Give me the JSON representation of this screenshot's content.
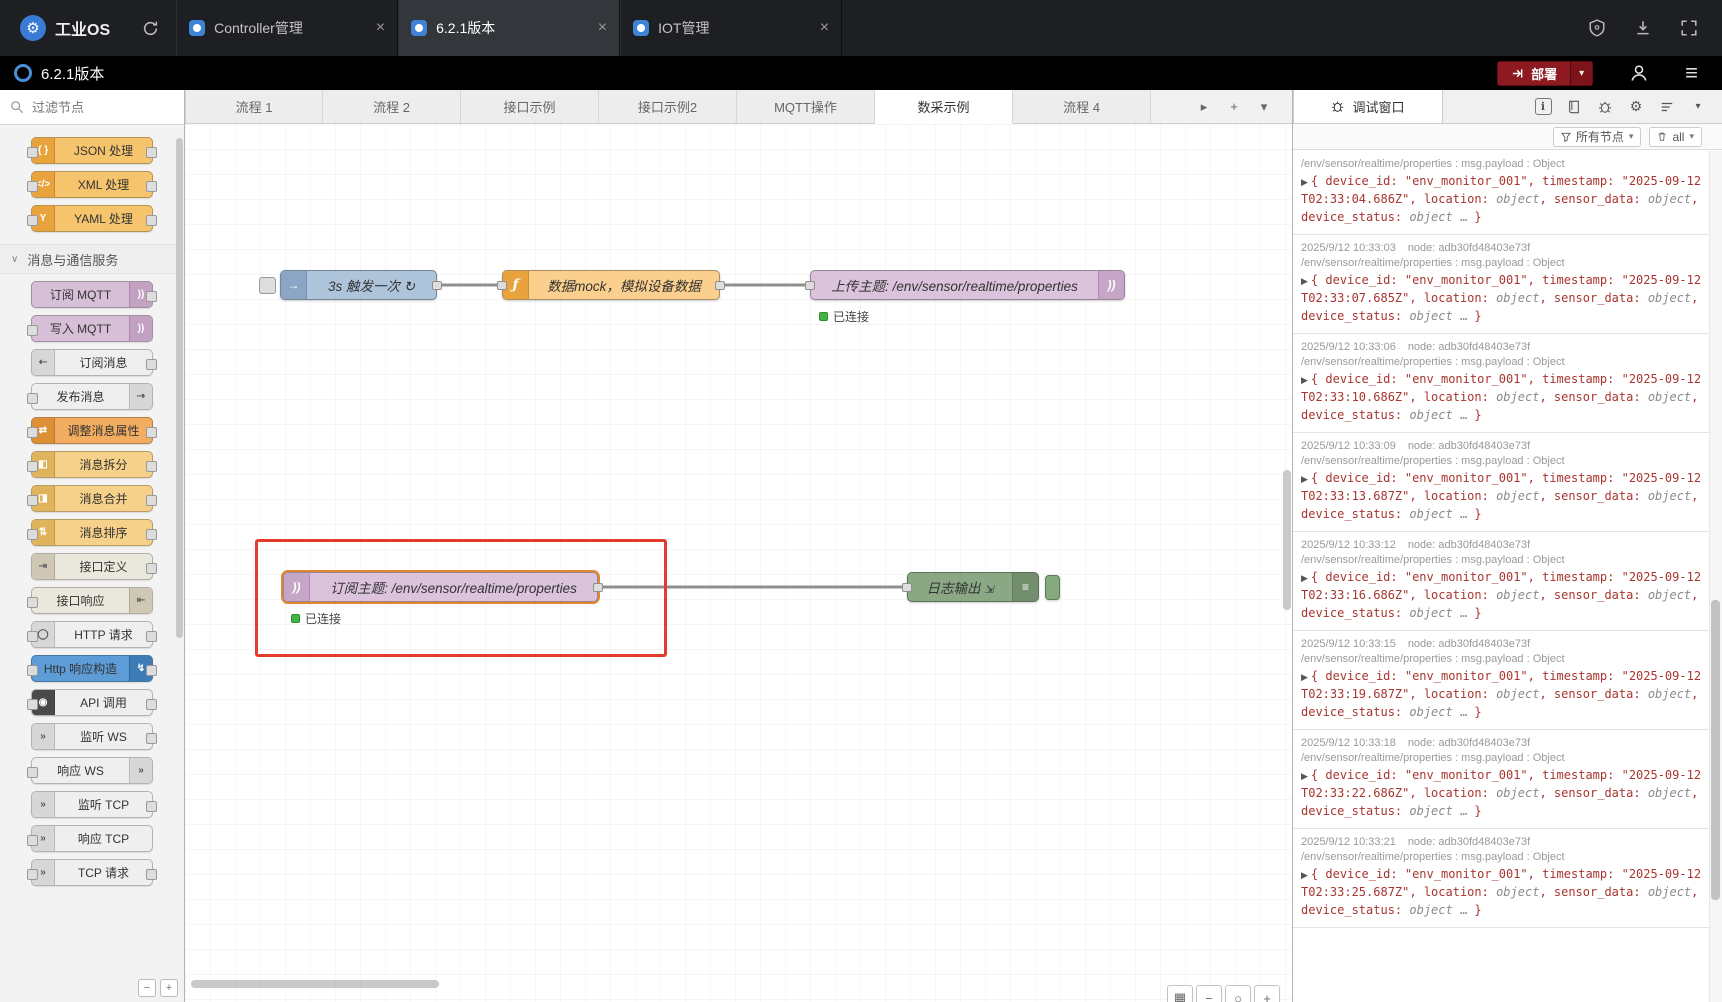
{
  "glyphs": {
    "close": "×",
    "caret_down": "▾",
    "tab_scroll": "▸",
    "add": "+",
    "collapse": "∨",
    "gear": "⚙",
    "info": "ℹ",
    "menu": "≡",
    "expand": "▶",
    "nav": "▦",
    "zoom_out": "−",
    "zoom_reset": "○",
    "zoom_in": "+",
    "antenna": "))",
    "inject_arrow": "→",
    "function_f": "ƒ",
    "debug_list": "≡",
    "collapse_all": "−",
    "expand_all": "+"
  },
  "icon_glyphs": {
    "braces": "{ }",
    "xml": "</>",
    "yaml": "Y",
    "antenna": "))",
    "link_in": "⇠",
    "link_out": "⇢",
    "shuffle": "⇄",
    "split": "◧",
    "join": "◨",
    "sort": "⇅",
    "http_in": "⇥",
    "http_out": "⇤",
    "globe": "◯",
    "bolt": "↯",
    "api": "◉",
    "ws": "»",
    "tcp": "»"
  },
  "browser": {
    "logo_text": "工业OS",
    "active_tab": 1,
    "tabs": [
      {
        "title": "Controller管理"
      },
      {
        "title": "6.2.1版本"
      },
      {
        "title": "IOT管理"
      }
    ]
  },
  "header": {
    "title": "6.2.1版本",
    "deploy_label": "部署"
  },
  "flow_tabs": {
    "active": 5,
    "tabs": [
      "流程 1",
      "流程 2",
      "接口示例",
      "接口示例2",
      "MQTT操作",
      "数采示例",
      "流程 4"
    ]
  },
  "palette": {
    "search_placeholder": "过滤节点",
    "items": [
      {
        "type": "node",
        "label": "JSON 处理",
        "body": "#f5c46d",
        "chip": "#e8a33d",
        "icon": "braces",
        "side": "left",
        "ports": "both"
      },
      {
        "type": "node",
        "label": "XML 处理",
        "body": "#f5c46d",
        "chip": "#e8a33d",
        "icon": "xml",
        "side": "left",
        "ports": "both"
      },
      {
        "type": "node",
        "label": "YAML 处理",
        "body": "#f5c46d",
        "chip": "#e8a33d",
        "icon": "yaml",
        "side": "left",
        "ports": "both"
      },
      {
        "type": "header",
        "label": "消息与通信服务"
      },
      {
        "type": "node",
        "label": "订阅 MQTT",
        "body": "#d8bfd8",
        "chip": "#c2a1c2",
        "icon": "antenna",
        "side": "right",
        "ports": "out"
      },
      {
        "type": "node",
        "label": "写入 MQTT",
        "body": "#d8bfd8",
        "chip": "#c2a1c2",
        "icon": "antenna",
        "side": "right",
        "ports": "in"
      },
      {
        "type": "node",
        "label": "订阅消息",
        "body": "#efefef",
        "chip": "#d7d7d7",
        "icon": "link_in",
        "side": "left",
        "ports": "out",
        "glyph_color": "#555"
      },
      {
        "type": "node",
        "label": "发布消息",
        "body": "#efefef",
        "chip": "#d7d7d7",
        "icon": "link_out",
        "side": "right",
        "ports": "in",
        "glyph_color": "#555"
      },
      {
        "type": "node",
        "label": "调整消息属性",
        "body": "#f2ad60",
        "chip": "#dd8f35",
        "icon": "shuffle",
        "side": "left",
        "ports": "both"
      },
      {
        "type": "node",
        "label": "消息拆分",
        "body": "#f6d189",
        "chip": "#e0b45c",
        "icon": "split",
        "side": "left",
        "ports": "both"
      },
      {
        "type": "node",
        "label": "消息合并",
        "body": "#f6d189",
        "chip": "#e0b45c",
        "icon": "join",
        "side": "left",
        "ports": "both"
      },
      {
        "type": "node",
        "label": "消息排序",
        "body": "#f6d189",
        "chip": "#e0b45c",
        "icon": "sort",
        "side": "left",
        "ports": "both"
      },
      {
        "type": "node",
        "label": "接口定义",
        "body": "#eae7dc",
        "chip": "#cfc8b4",
        "icon": "http_in",
        "side": "left",
        "ports": "out",
        "glyph_color": "#666"
      },
      {
        "type": "node",
        "label": "接口响应",
        "body": "#eae7dc",
        "chip": "#cfc8b4",
        "icon": "http_out",
        "side": "right",
        "ports": "in",
        "glyph_color": "#666"
      },
      {
        "type": "node",
        "label": "HTTP 请求",
        "body": "#efefef",
        "chip": "#d7d7d7",
        "icon": "globe",
        "side": "left",
        "ports": "both",
        "glyph_color": "#555"
      },
      {
        "type": "node",
        "label": "Http 响应构造",
        "body": "#5d9cd6",
        "chip": "#3e7cb7",
        "icon": "bolt",
        "side": "right",
        "ports": "both"
      },
      {
        "type": "node",
        "label": "API 调用",
        "body": "#efefef",
        "chip": "#4a4a4a",
        "icon": "api",
        "side": "left",
        "ports": "both"
      },
      {
        "type": "node",
        "label": "监听 WS",
        "body": "#efefef",
        "chip": "#d7d7d7",
        "icon": "ws",
        "side": "left",
        "ports": "out",
        "glyph_color": "#555"
      },
      {
        "type": "node",
        "label": "响应 WS",
        "body": "#efefef",
        "chip": "#d7d7d7",
        "icon": "ws",
        "side": "right",
        "ports": "in",
        "glyph_color": "#555"
      },
      {
        "type": "node",
        "label": "监听 TCP",
        "body": "#efefef",
        "chip": "#d7d7d7",
        "icon": "tcp",
        "side": "left",
        "ports": "out",
        "glyph_color": "#555"
      },
      {
        "type": "node",
        "label": "响应 TCP",
        "body": "#efefef",
        "chip": "#d7d7d7",
        "icon": "tcp",
        "side": "left",
        "ports": "in",
        "glyph_color": "#555"
      },
      {
        "type": "node",
        "label": "TCP 请求",
        "body": "#efefef",
        "chip": "#d7d7d7",
        "icon": "tcp",
        "side": "left",
        "ports": "both",
        "glyph_color": "#555"
      }
    ]
  },
  "canvas": {
    "inject": {
      "label": "3s 触发一次 ↻"
    },
    "function": {
      "label": "数据mock，模拟设备数据"
    },
    "mqtt_out": {
      "label": "上传主题: /env/sensor/realtime/properties",
      "status": "已连接"
    },
    "mqtt_in": {
      "label": "订阅主题: /env/sensor/realtime/properties",
      "status": "已连接"
    },
    "debug_node": {
      "label": "日志输出",
      "send_glyph": "⇲"
    }
  },
  "debug_panel": {
    "tab_title": "调试窗口",
    "filter_nodes_label": "所有节点",
    "clear_label": "all",
    "meta": "/env/sensor/realtime/properties : msg.payload : Object",
    "payload": {
      "pre": "{ device_id: \"env_monitor_001\", timestamp: \"",
      "after_ts": "\", location: ",
      "mid_sensor": ", sensor_data: ",
      "mid_status": ", device_status: ",
      "obj": "object",
      "ellipsis": " … ",
      "close": "}"
    },
    "entries": [
      {
        "ts": "2025-09-12T02:33:04.686Z"
      },
      {
        "time": "2025/9/12 10:33:03",
        "node": "node: adb30fd48403e73f",
        "ts": "2025-09-12T02:33:07.685Z"
      },
      {
        "time": "2025/9/12 10:33:06",
        "node": "node: adb30fd48403e73f",
        "ts": "2025-09-12T02:33:10.686Z"
      },
      {
        "time": "2025/9/12 10:33:09",
        "node": "node: adb30fd48403e73f",
        "ts": "2025-09-12T02:33:13.687Z"
      },
      {
        "time": "2025/9/12 10:33:12",
        "node": "node: adb30fd48403e73f",
        "ts": "2025-09-12T02:33:16.686Z"
      },
      {
        "time": "2025/9/12 10:33:15",
        "node": "node: adb30fd48403e73f",
        "ts": "2025-09-12T02:33:19.687Z"
      },
      {
        "time": "2025/9/12 10:33:18",
        "node": "node: adb30fd48403e73f",
        "ts": "2025-09-12T02:33:22.686Z"
      },
      {
        "time": "2025/9/12 10:33:21",
        "node": "node: adb30fd48403e73f",
        "ts": "2025-09-12T02:33:25.687Z"
      }
    ]
  }
}
